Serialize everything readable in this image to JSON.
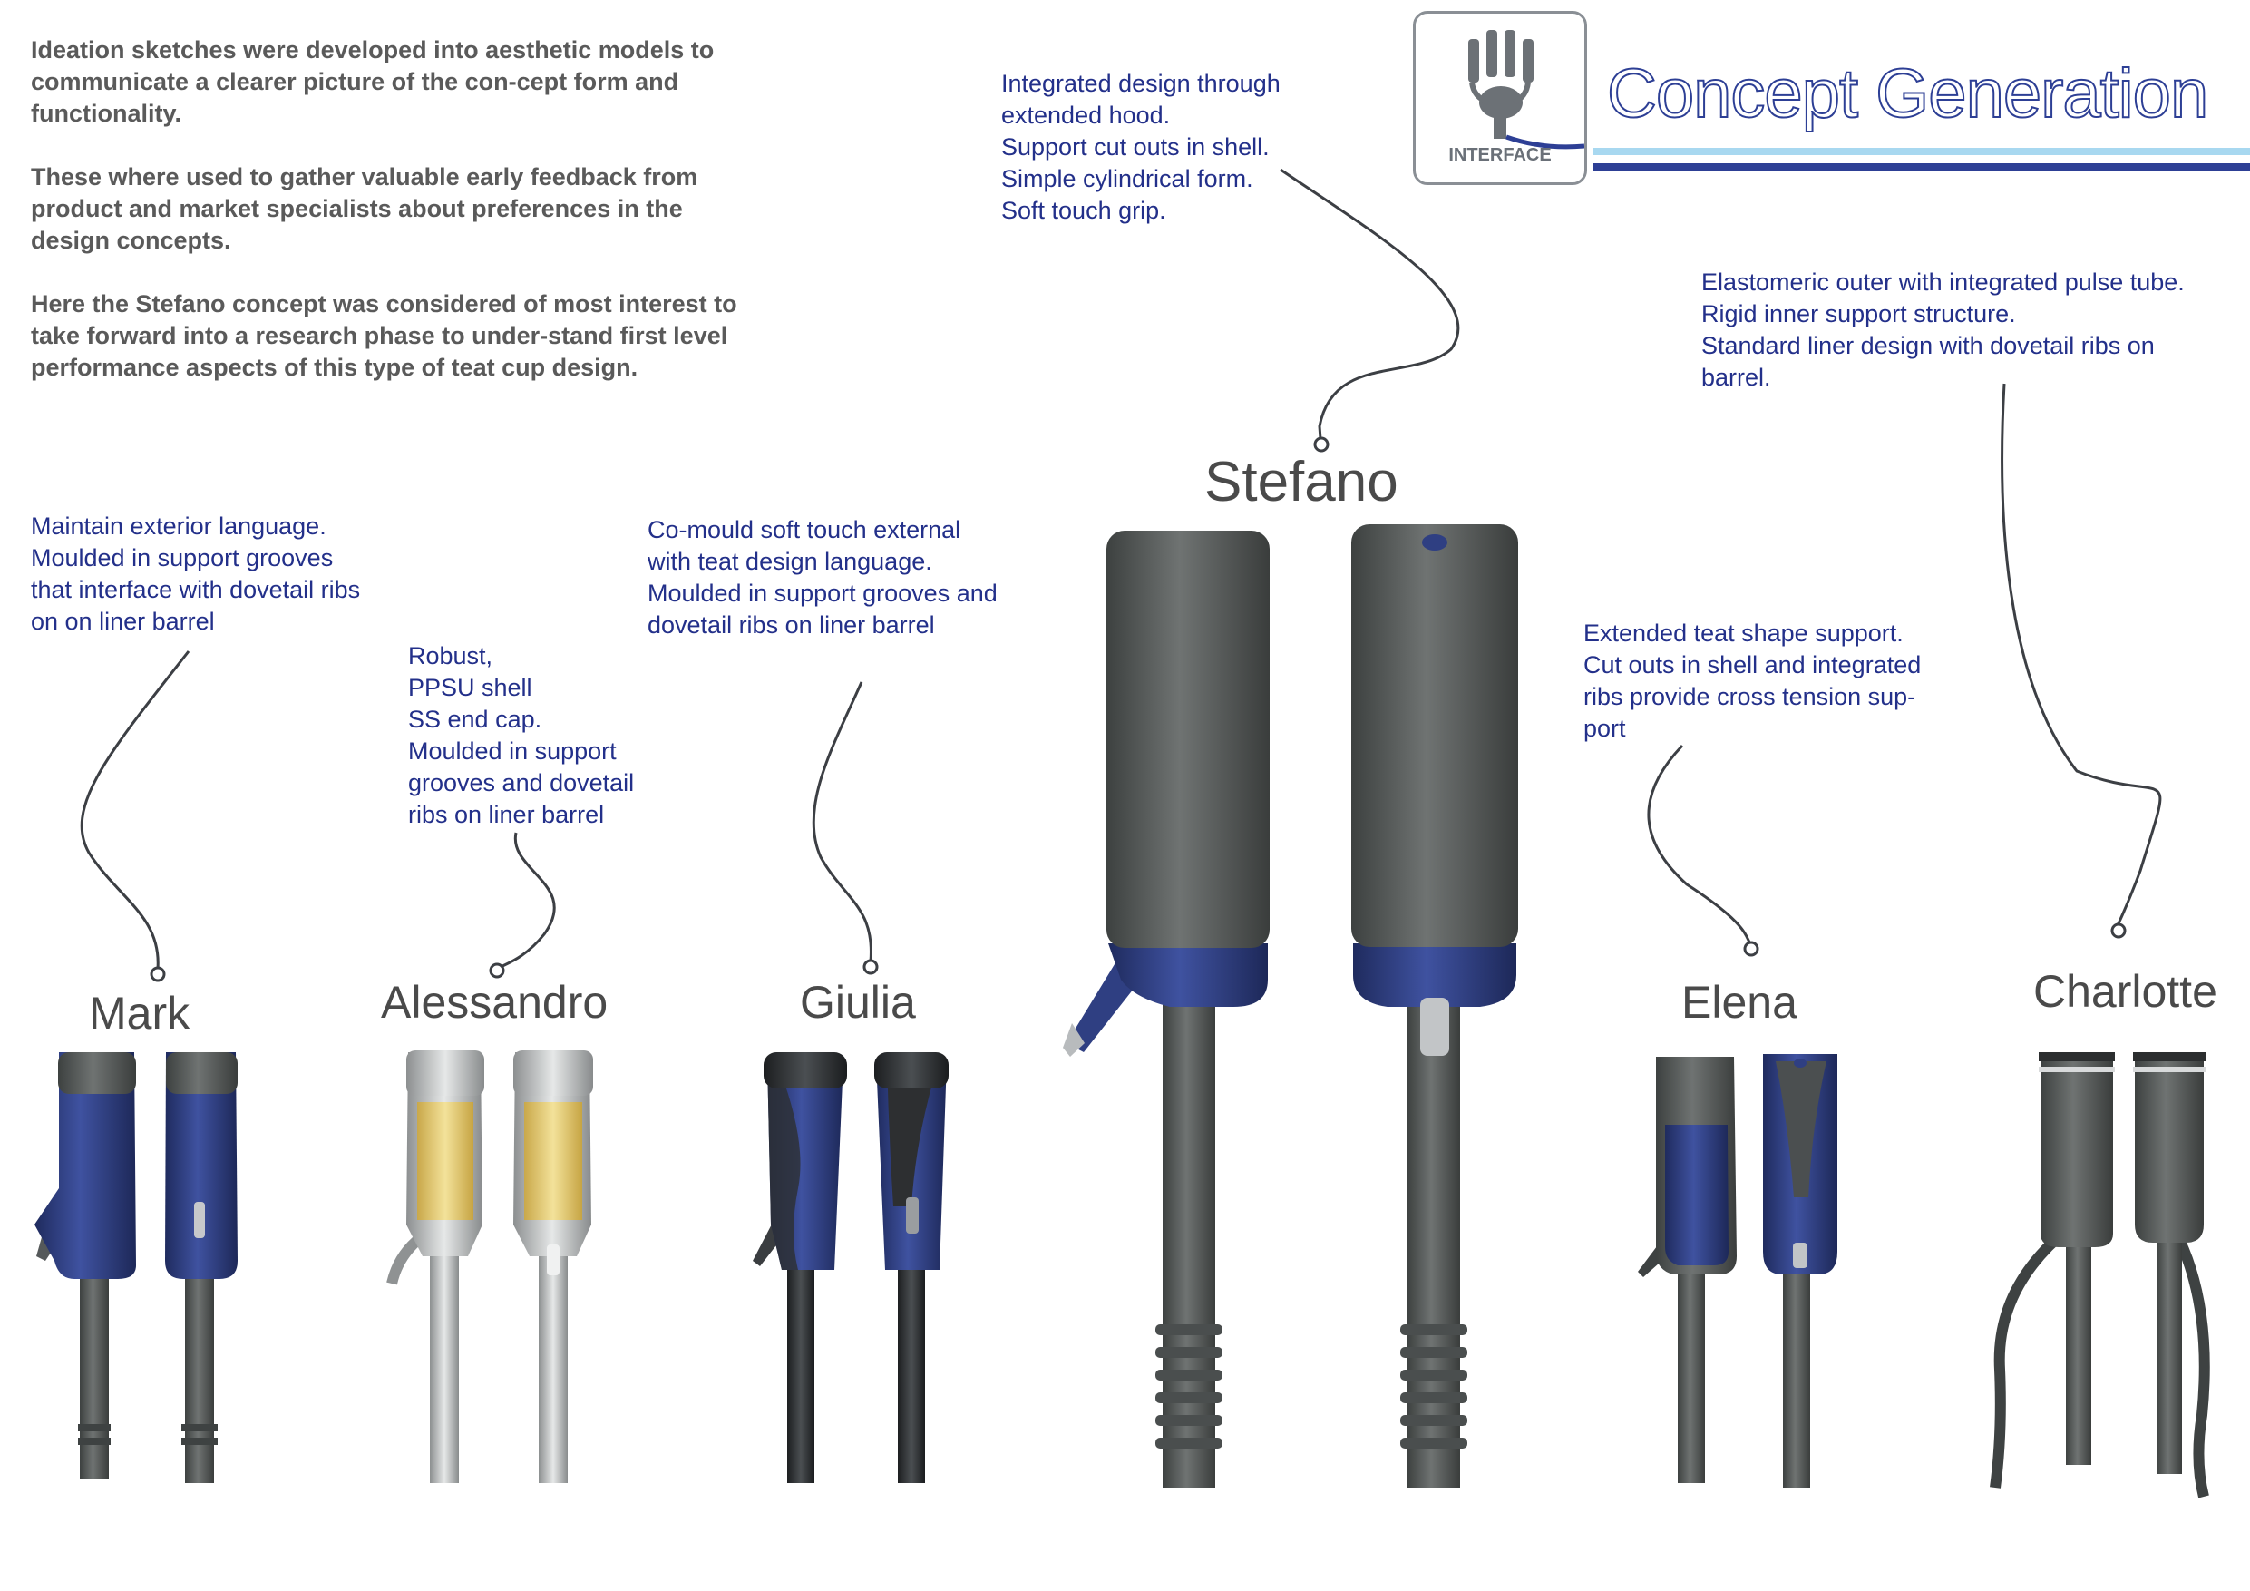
{
  "header": {
    "title": "Concept Generation",
    "logo_label": "INTERFACE",
    "logo_icon": "teat-cup-cluster-icon",
    "rule_colors": [
      "#a8d8f0",
      "#2d3f95"
    ]
  },
  "intro": {
    "paragraphs": [
      "Ideation sketches were developed into aesthetic models to communicate a clearer picture of the con-cept form and functionality.",
      "These where used to gather valuable early feedback from product and market specialists about preferences in the design concepts.",
      "Here the Stefano concept was considered of most interest to take forward into a research phase to under-stand first level performance aspects of this type of teat cup design."
    ]
  },
  "concepts": {
    "mark": {
      "name": "Mark",
      "note": "Maintain exterior language.\nMoulded in support grooves\nthat interface with dovetail ribs\non on liner barrel"
    },
    "alessandro": {
      "name": "Alessandro",
      "note": "Robust,\nPPSU shell\nSS end cap.\nMoulded in support\ngrooves and dovetail\nribs on liner barrel"
    },
    "giulia": {
      "name": "Giulia",
      "note": "Co-mould soft touch external\nwith teat design language.\nMoulded in support grooves and\ndovetail ribs on liner barrel"
    },
    "stefano": {
      "name": "Stefano",
      "note": "Integrated design through\nextended hood.\nSupport cut outs in shell.\nSimple cylindrical form.\nSoft touch grip."
    },
    "elena": {
      "name": "Elena",
      "note": "Extended teat shape support.\nCut outs in shell and integrated\nribs provide cross tension sup-\nport"
    },
    "charlotte": {
      "name": "Charlotte",
      "note": "Elastomeric outer with integrated pulse tube.\nRigid inner support structure.\nStandard liner design with dovetail ribs on\nbarrel."
    }
  },
  "colors": {
    "text_blue": "#23308a",
    "shell_grey": "#5a5e5d",
    "accent_blue": "#2f3f82",
    "ppsu_amber": "#e9d27a",
    "black": "#2a2c2e"
  }
}
